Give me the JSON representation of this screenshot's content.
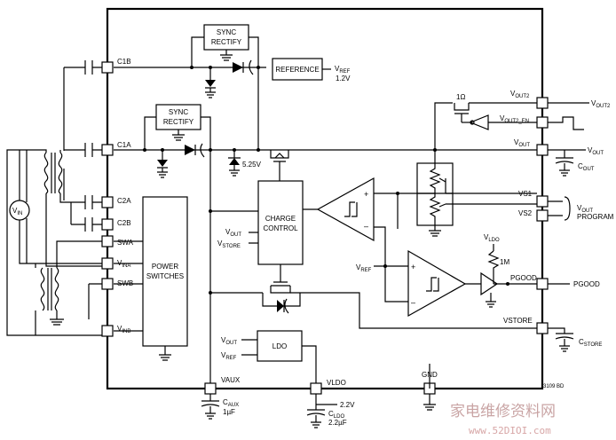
{
  "labels": {
    "sync_rectify_top_1": "SYNC",
    "sync_rectify_top_2": "RECTIFY",
    "sync_rectify_mid_1": "SYNC",
    "sync_rectify_mid_2": "RECTIFY",
    "reference": "REFERENCE",
    "vref_out": "V",
    "vref_out_sub": "REF",
    "vref_val": "1.2V",
    "charge_control_1": "CHARGE",
    "charge_control_2": "CONTROL",
    "power_switches_1": "POWER",
    "power_switches_2": "SWITCHES",
    "ldo": "LDO",
    "zener": "5.25V",
    "res_1ohm": "1Ω",
    "res_1m": "1M",
    "vin_source": "V",
    "vin_source_sub": "IN",
    "vout_prog_1": "V",
    "vout_prog_1_sub": "OUT",
    "vout_prog_2": "PROGRAM",
    "vldo_pullup": "V",
    "vldo_pullup_sub": "LDO",
    "part_code": "3109 BD"
  },
  "pins": {
    "c1b": "C1B",
    "c1a": "C1A",
    "c2a": "C2A",
    "c2b": "C2B",
    "swa": "SWA",
    "vina": "V",
    "vina_sub": "INA",
    "swb": "SWB",
    "vinb": "V",
    "vinb_sub": "INB",
    "vout2": "V",
    "vout2_sub": "OUT2",
    "vout2_en": "V",
    "vout2_en_sub": "OUT2_EN",
    "vout": "V",
    "vout_sub": "OUT",
    "vs1": "VS1",
    "vs2": "VS2",
    "pgood": "PGOOD",
    "vstore": "VSTORE",
    "vaux": "VAUX",
    "vldo": "VLDO",
    "gnd": "GND"
  },
  "inner": {
    "cc_vout": "V",
    "cc_vout_sub": "OUT",
    "cc_vstore": "V",
    "cc_vstore_sub": "STORE",
    "comp_vref": "V",
    "comp_vref_sub": "REF",
    "ldo_vout": "V",
    "ldo_vout_sub": "OUT",
    "ldo_vref": "V",
    "ldo_vref_sub": "REF",
    "plus": "+",
    "minus": "–"
  },
  "external": {
    "vout2": "V",
    "vout2_sub": "OUT2",
    "vout": "V",
    "vout_sub": "OUT",
    "cout": "C",
    "cout_sub": "OUT",
    "pgood": "PGOOD",
    "cstore": "C",
    "cstore_sub": "STORE",
    "caux": "C",
    "caux_sub": "AUX",
    "caux_val": "1µF",
    "vldo_volt": "2.2V",
    "cldo": "C",
    "cldo_sub": "LDO",
    "cldo_val": "2.2µF"
  },
  "watermark": {
    "cn": "家电维修资料网",
    "url": "www.52DIOI.com"
  }
}
